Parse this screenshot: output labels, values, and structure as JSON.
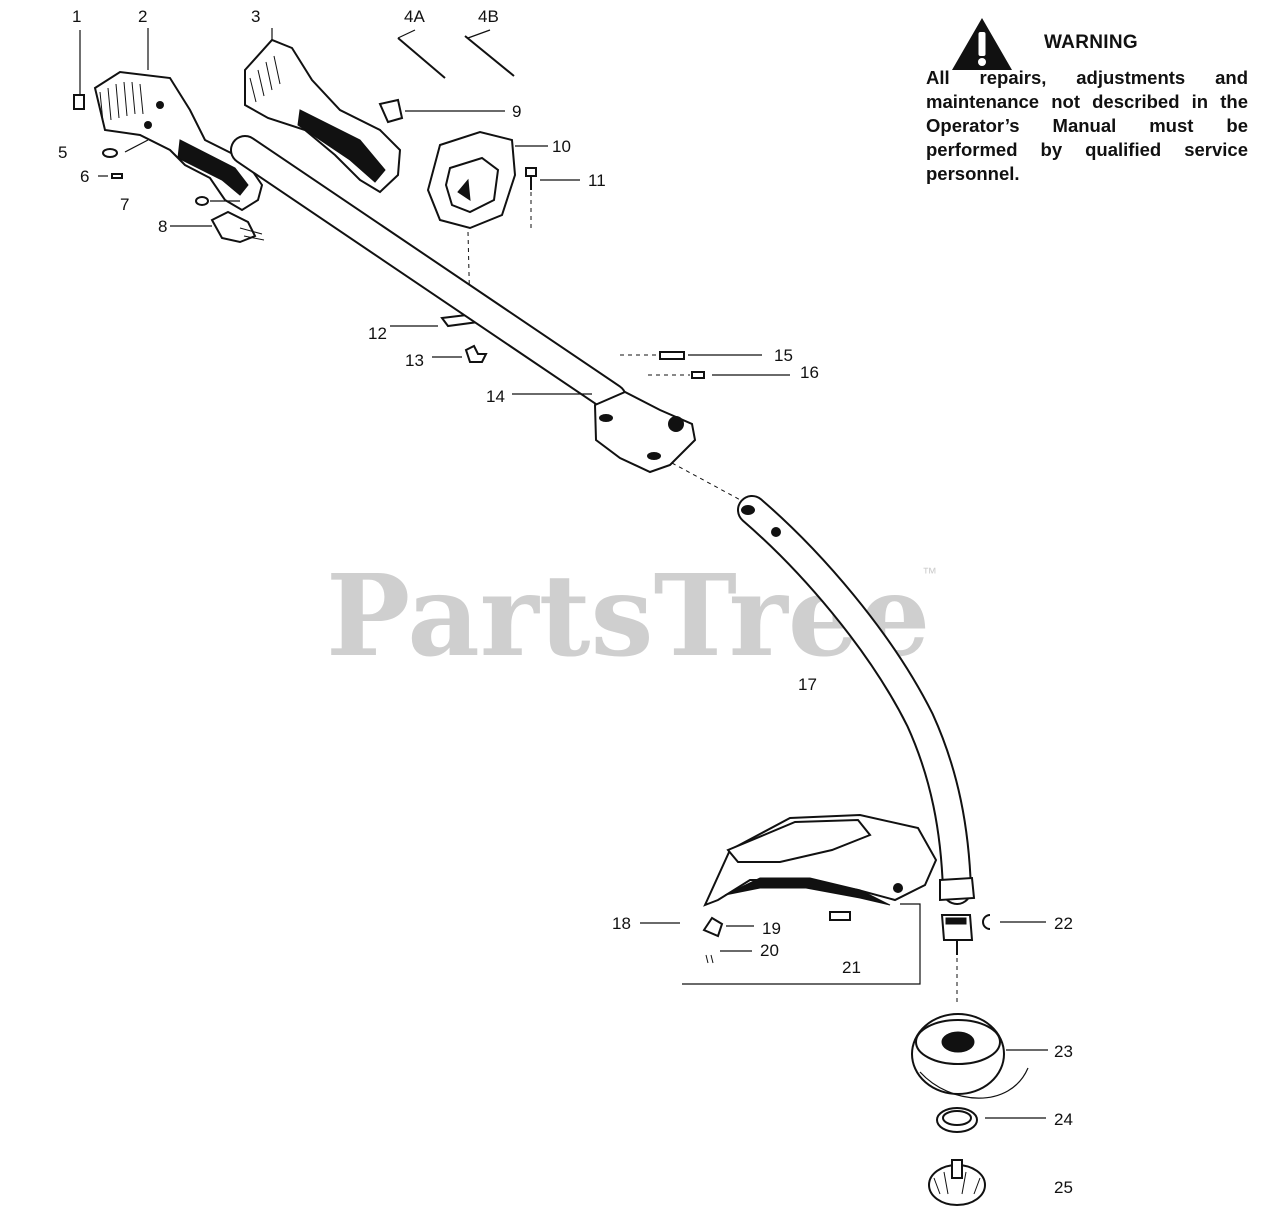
{
  "warning": {
    "title": "WARNING",
    "text": "All repairs, adjustments and maintenance not described in the Operator’s Manual must be performed by qualified  service personnel."
  },
  "watermark": {
    "brand": "PartsTree",
    "trademark": "™"
  },
  "callouts": {
    "c1": "1",
    "c2": "2",
    "c3": "3",
    "c4a": "4A",
    "c4b": "4B",
    "c5": "5",
    "c6": "6",
    "c7": "7",
    "c8": "8",
    "c9": "9",
    "c10": "10",
    "c11": "11",
    "c12": "12",
    "c13": "13",
    "c14": "14",
    "c15": "15",
    "c16": "16",
    "c17": "17",
    "c18": "18",
    "c19": "19",
    "c20": "20",
    "c21": "21",
    "c22": "22",
    "c23": "23",
    "c24": "24",
    "c25": "25"
  },
  "icons": {
    "warning": "warning-triangle-icon"
  }
}
